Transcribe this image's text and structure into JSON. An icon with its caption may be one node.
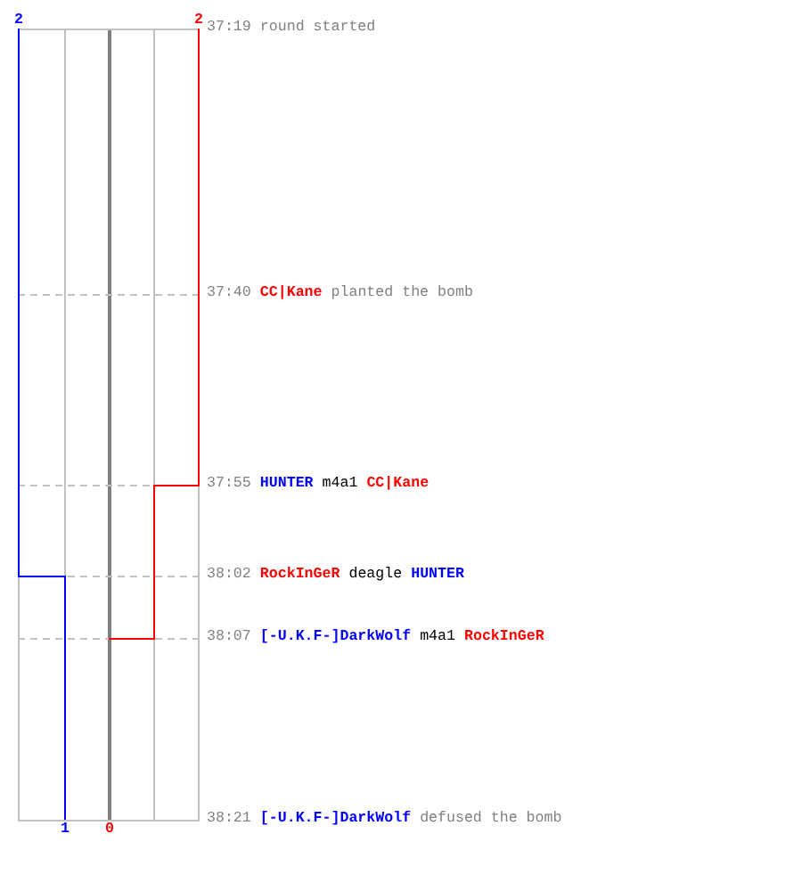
{
  "diagram": {
    "labels": [
      "2",
      "2",
      "37:19",
      "round started",
      "37:40",
      "CC|Kane",
      "planted the bomb",
      "37:55",
      "HUNTER",
      "m4a1",
      "CC|Kane",
      "38:02",
      "RockInGeR",
      "deagle",
      "HUNTER",
      "38:07",
      "[-U.K.F-]DarkWolf",
      "m4a1",
      "RockInGeR",
      "38:21",
      "[-U.K.F-]DarkWolf",
      "defused the bomb",
      "1",
      "0"
    ]
  }
}
